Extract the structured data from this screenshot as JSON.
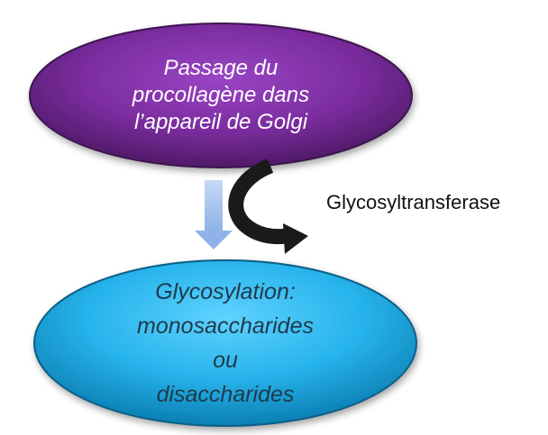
{
  "diagram": {
    "top_node": {
      "lines": [
        "Passage du",
        "procollagène dans",
        "l’appareil de Golgi"
      ],
      "fill": "#7a2fa0"
    },
    "bottom_node": {
      "lines": [
        "Glycosylation:",
        "monosaccharides",
        "ou",
        "disaccharides"
      ],
      "fill": "#27b4ec"
    },
    "edge_label": "Glycosyltransferase",
    "down_arrow_color": "#a9c5ee",
    "curved_arrow_color": "#1a1a1a"
  }
}
